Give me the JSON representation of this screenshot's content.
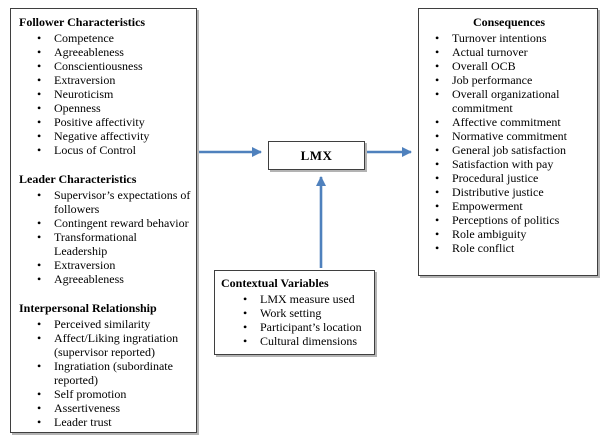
{
  "bullet_glyph": "•",
  "colors": {
    "arrow": "#4f81bd",
    "box_border": "#3f3f3f",
    "box_shadow": "#b3b3b3",
    "text": "#000000",
    "background": "#ffffff"
  },
  "left_panel": {
    "sections": [
      {
        "title": "Follower Characteristics",
        "items": [
          "Competence",
          "Agreeableness",
          "Conscientiousness",
          "Extraversion",
          "Neuroticism",
          "Openness",
          "Positive affectivity",
          "Negative affectivity",
          "Locus of Control"
        ]
      },
      {
        "title": "Leader Characteristics",
        "items": [
          "Supervisor’s expectations of followers",
          "Contingent reward behavior",
          "Transformational Leadership",
          "Extraversion",
          "Agreeableness"
        ]
      },
      {
        "title": "Interpersonal Relationship",
        "items": [
          "Perceived similarity",
          "Affect/Liking ingratiation (supervisor reported)",
          "Ingratiation (subordinate reported)",
          "Self promotion",
          "Assertiveness",
          "Leader trust"
        ]
      }
    ]
  },
  "center_box": {
    "label": "LMX"
  },
  "right_panel": {
    "title": "Consequences",
    "items": [
      "Turnover intentions",
      "Actual turnover",
      "Overall OCB",
      "Job performance",
      "Overall organizational commitment",
      "Affective commitment",
      "Normative commitment",
      "General job satisfaction",
      "Satisfaction with pay",
      "Procedural justice",
      "Distributive justice",
      "Empowerment",
      "Perceptions of politics",
      "Role ambiguity",
      "Role conflict"
    ]
  },
  "bottom_box": {
    "title": "Contextual Variables",
    "items": [
      "LMX measure used",
      "Work setting",
      "Participant’s location",
      "Cultural dimensions"
    ]
  }
}
